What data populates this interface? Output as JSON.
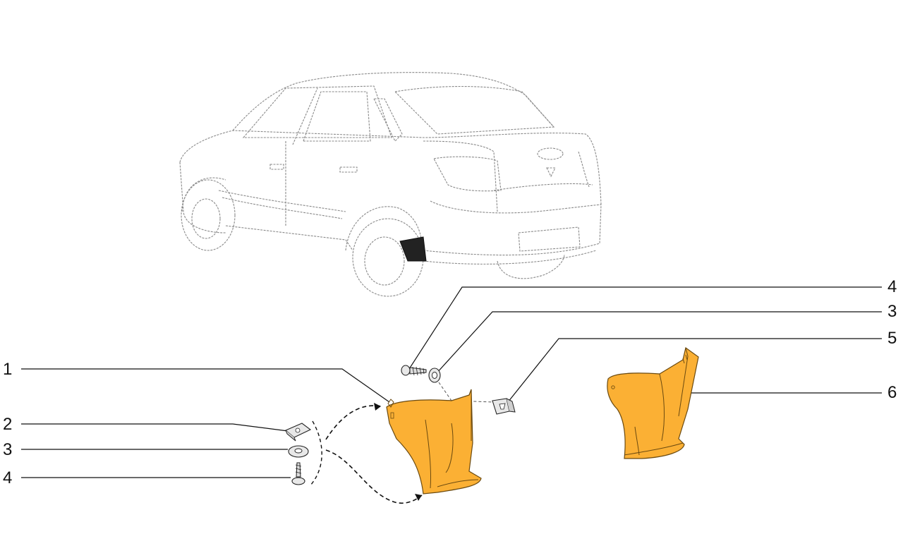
{
  "diagram": {
    "callouts": {
      "left": [
        "1",
        "2",
        "3",
        "4"
      ],
      "right": [
        "4",
        "3",
        "5",
        "6"
      ]
    },
    "colors": {
      "part": "#fbb034",
      "outline": "#6b4a10",
      "car_lines": "#8a8a8a",
      "highlight_area": "#222222"
    },
    "parts": [
      {
        "id": "1",
        "name": "mudguard-left"
      },
      {
        "id": "2",
        "name": "spring-nut-clip"
      },
      {
        "id": "3",
        "name": "washer"
      },
      {
        "id": "4",
        "name": "self-tapping-screw"
      },
      {
        "id": "5",
        "name": "plastic-clip"
      },
      {
        "id": "6",
        "name": "mudguard-right"
      }
    ]
  }
}
